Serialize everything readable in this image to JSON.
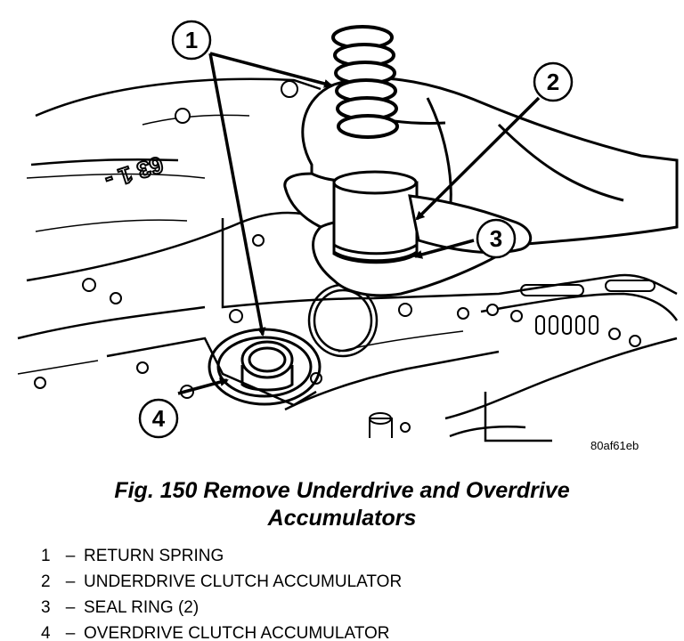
{
  "figure": {
    "image_code": "80af61eb",
    "engraving": "63 1 -",
    "caption_line1": "Fig. 150 Remove Underdrive and Overdrive",
    "caption_line2": "Accumulators"
  },
  "callouts": [
    {
      "number": "1",
      "label": "RETURN SPRING"
    },
    {
      "number": "2",
      "label": "UNDERDRIVE CLUTCH ACCUMULATOR"
    },
    {
      "number": "3",
      "label": "SEAL RING (2)"
    },
    {
      "number": "4",
      "label": "OVERDRIVE CLUTCH ACCUMULATOR"
    }
  ],
  "legend_separator": "–"
}
